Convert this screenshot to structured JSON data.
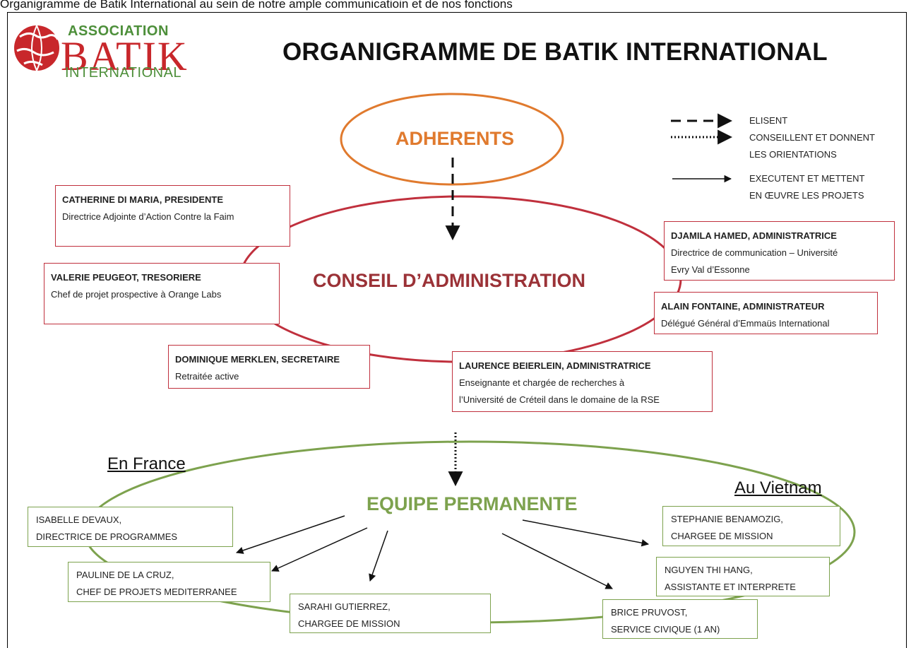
{
  "top_text": "Organigramme de Batik International au sein de notre ample communicatioin et de nos fonctions",
  "logo": {
    "top": "ASSOCIATION",
    "main": "BATIK",
    "bottom": "INTERNATIONAL"
  },
  "title": "ORGANIGRAMME DE BATIK INTERNATIONAL",
  "legend": [
    {
      "style": "dashed",
      "label": "ELISENT"
    },
    {
      "style": "dotted",
      "label": "CONSEILLENT ET DONNENT",
      "label2": "LES ORIENTATIONS"
    },
    {
      "style": "solid",
      "label": "EXECUTENT ET METTENT",
      "label2": "EN ŒUVRE LES PROJETS"
    }
  ],
  "adherents": "ADHERENTS",
  "conseil": {
    "label": "CONSEIL D’ADMINISTRATION",
    "members": [
      {
        "name": "CATHERINE DI MARIA, PRESIDENTE",
        "desc": [
          "Directrice Adjointe d’Action Contre la Faim"
        ]
      },
      {
        "name": "VALERIE PEUGEOT, TRESORIERE",
        "desc": [
          "Chef de projet prospective à Orange Labs"
        ]
      },
      {
        "name": "DOMINIQUE MERKLEN, SECRETAIRE",
        "desc": [
          "Retraitée active"
        ]
      },
      {
        "name": "LAURENCE BEIERLEIN, ADMINISTRATRICE",
        "desc": [
          "Enseignante et chargée de recherches à",
          "l’Université de Créteil dans le domaine de la RSE"
        ]
      },
      {
        "name": "DJAMILA HAMED, ADMINISTRATRICE",
        "desc": [
          "Directrice de communication – Université",
          "Evry Val d’Essonne"
        ]
      },
      {
        "name": "ALAIN FONTAINE, ADMINISTRATEUR",
        "desc": [
          "Délégué Général d’Emmaüs International"
        ]
      }
    ]
  },
  "equipe": {
    "label": "EQUIPE PERMANENTE",
    "france_label": "En France",
    "vietnam_label": "Au Vietnam",
    "france": [
      {
        "line1": "ISABELLE DEVAUX,",
        "line2": "DIRECTRICE DE PROGRAMMES"
      },
      {
        "line1": "PAULINE DE LA CRUZ,",
        "line2": "CHEF DE PROJETS MEDITERRANEE"
      },
      {
        "line1": "SARAHI GUTIERREZ,",
        "line2": "CHARGEE DE MISSION"
      }
    ],
    "vietnam": [
      {
        "line1": "STEPHANIE BENAMOZIG,",
        "line2": "CHARGEE DE MISSION"
      },
      {
        "line1": "NGUYEN THI HANG,",
        "line2": "ASSISTANTE ET INTERPRETE"
      },
      {
        "line1": "BRICE PRUVOST,",
        "line2": "SERVICE CIVIQUE (1 AN)"
      }
    ]
  },
  "colors": {
    "orange": "#e07a2e",
    "red": "#c0303d",
    "dark_red": "#9b3237",
    "green": "#7da24e",
    "logo_green": "#4d8f3a"
  }
}
